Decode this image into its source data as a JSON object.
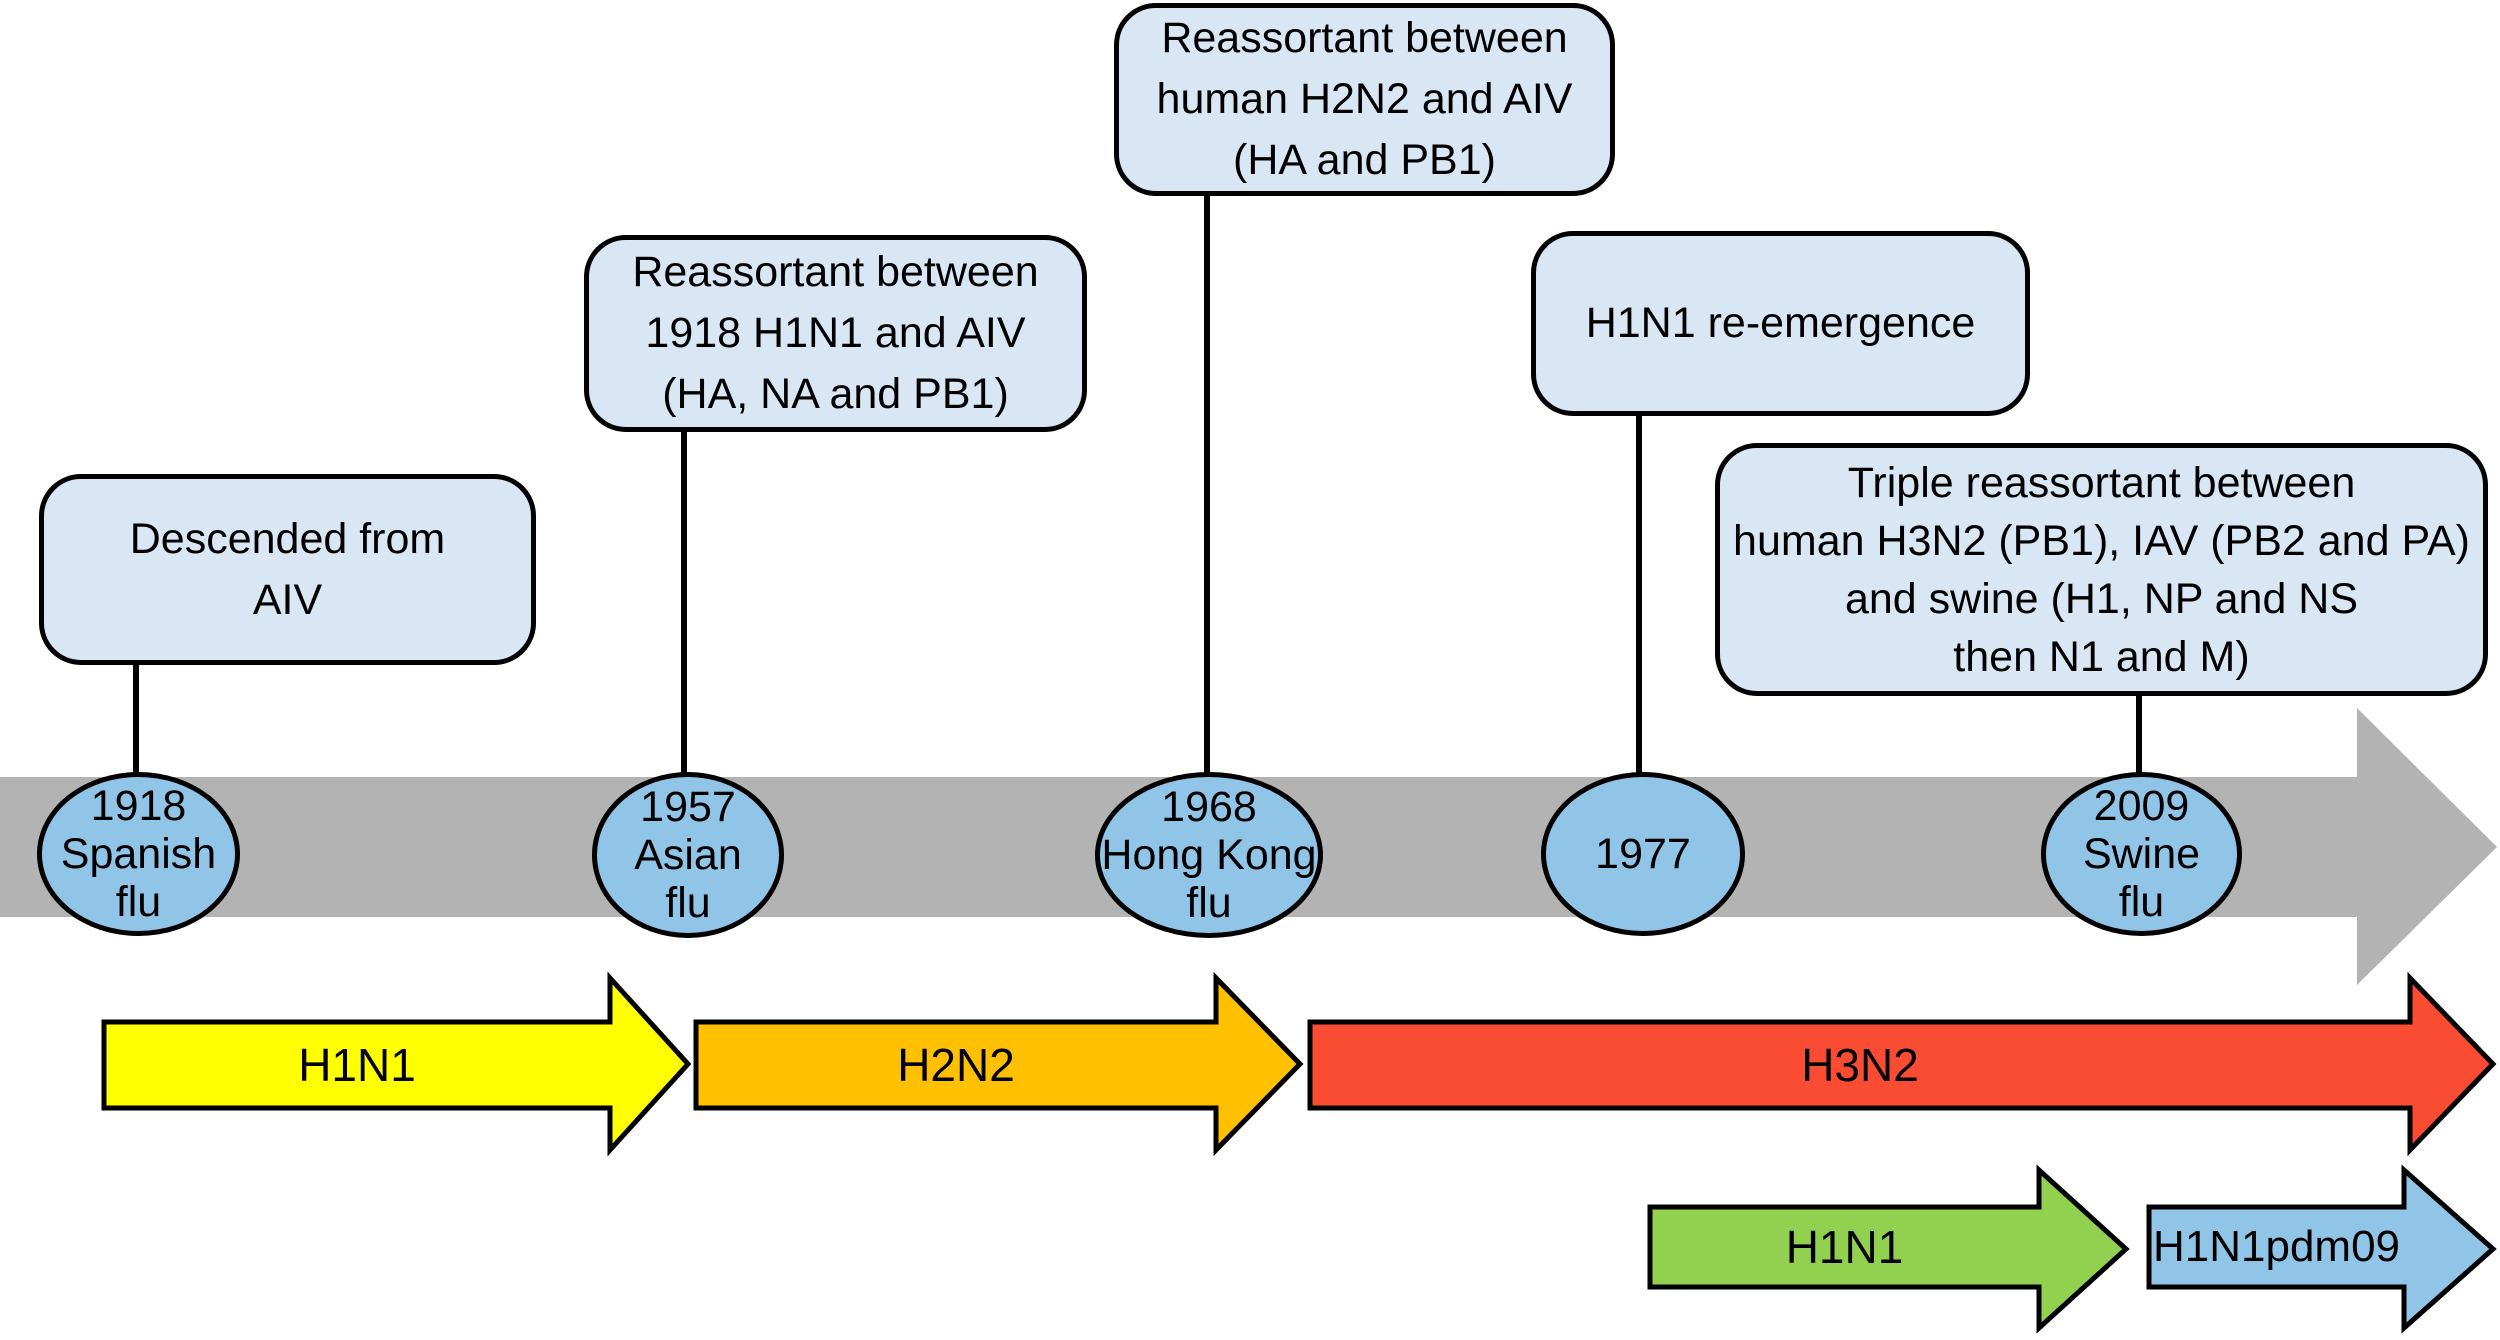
{
  "colors": {
    "callout_fill": "#D9E7F5",
    "node_fill": "#90C5E8",
    "timeline_gray": "#B3B3B3",
    "h1n1_yellow": "#FFFF00",
    "h2n2_orange": "#FFC000",
    "h3n2_red": "#FA4B33",
    "h1n1_green": "#92D050",
    "pdm09_blue": "#90C5E8"
  },
  "callouts": [
    {
      "text": "Descended from\nAIV"
    },
    {
      "text": "Reassortant between\n1918 H1N1 and AIV\n(HA, NA and PB1)"
    },
    {
      "text": "Reassortant between\nhuman H2N2 and AIV\n(HA and PB1)"
    },
    {
      "text": "H1N1 re-emergence"
    },
    {
      "text": "Triple reassortant between\nhuman H3N2 (PB1), IAV (PB2 and PA)\nand swine (H1, NP and NS\nthen N1 and M)"
    }
  ],
  "events": [
    {
      "label": "1918\nSpanish\nflu"
    },
    {
      "label": "1957\nAsian\nflu"
    },
    {
      "label": "1968\nHong Kong\nflu"
    },
    {
      "label": "1977"
    },
    {
      "label": "2009\nSwine\nflu"
    }
  ],
  "strains": [
    {
      "label": "H1N1"
    },
    {
      "label": "H2N2"
    },
    {
      "label": "H3N2"
    },
    {
      "label": "H1N1"
    },
    {
      "label": "H1N1pdm09"
    }
  ]
}
